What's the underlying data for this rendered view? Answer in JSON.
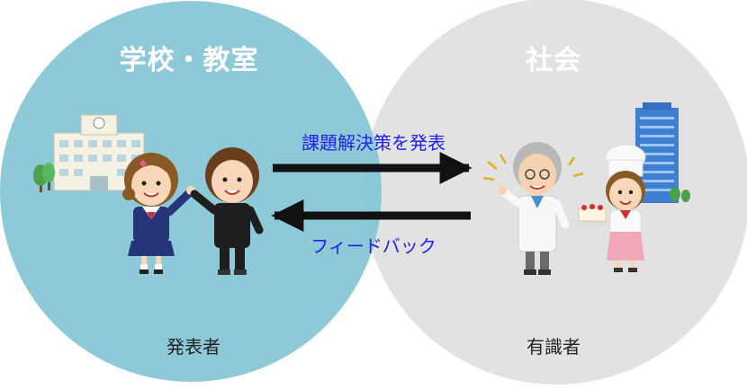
{
  "colors": {
    "left_circle": "#8ac7d6",
    "right_circle": "#e2e2e2",
    "arrow": "#111111",
    "arrow_label": "#2222ee"
  },
  "left": {
    "title": "学校・教室",
    "role": "発表者",
    "icons": [
      "school-building-icon",
      "tree-icon",
      "student-girl-icon",
      "student-boy-icon"
    ]
  },
  "right": {
    "title": "社会",
    "role": "有識者",
    "icons": [
      "office-building-icon",
      "doctor-icon",
      "pastry-chef-icon",
      "cake-icon"
    ]
  },
  "arrows": {
    "top_label": "課題解決策を発表",
    "bottom_label": "フィードバック"
  }
}
